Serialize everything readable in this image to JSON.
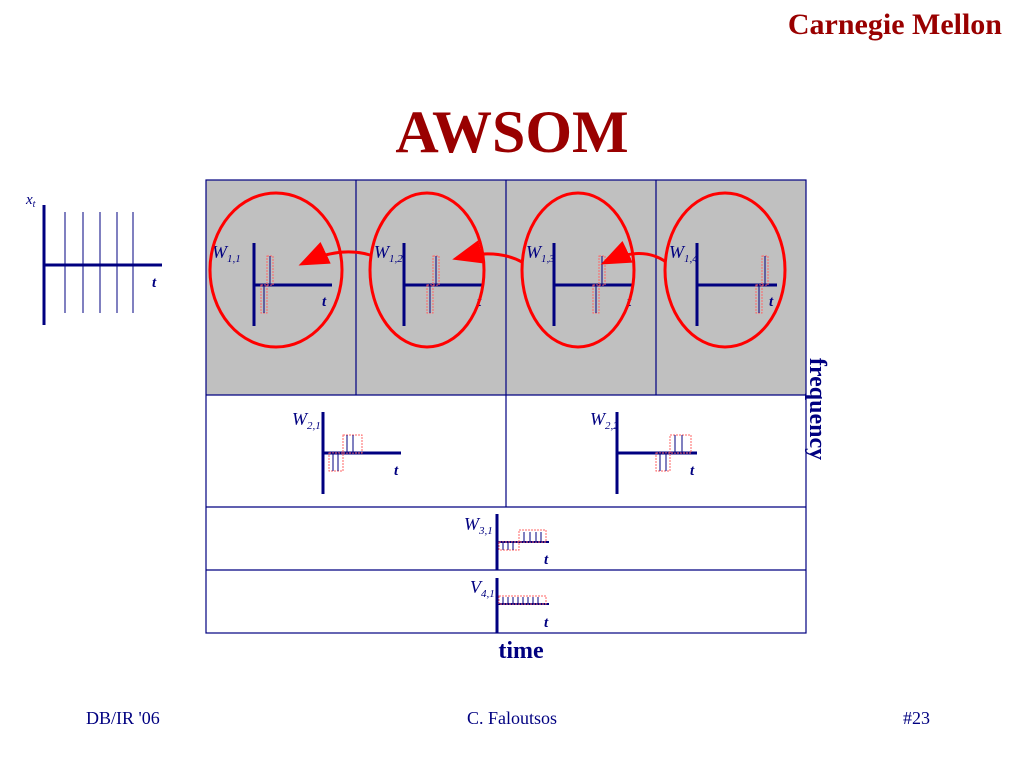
{
  "header": {
    "brand": "Carnegie Mellon",
    "title": "AWSOM"
  },
  "footer": {
    "left": "DB/IR '06",
    "center": "C. Faloutsos",
    "right": "#23"
  },
  "input_signal": {
    "label_main": "x",
    "label_sub": "t",
    "time_label": "t"
  },
  "grid": {
    "level1": [
      {
        "main": "W",
        "sub": "1,1",
        "t": "t"
      },
      {
        "main": "W",
        "sub": "1,2",
        "t": "t"
      },
      {
        "main": "W",
        "sub": "1,3",
        "t": "t"
      },
      {
        "main": "W",
        "sub": "1,4",
        "t": "t"
      }
    ],
    "level2": [
      {
        "main": "W",
        "sub": "2,1",
        "t": "t"
      },
      {
        "main": "W",
        "sub": "2,2",
        "t": "t"
      }
    ],
    "level3": {
      "main": "W",
      "sub": "3,1",
      "t": "t"
    },
    "level4": {
      "main": "V",
      "sub": "4,1",
      "t": "t"
    }
  },
  "axes": {
    "x": "time",
    "y": "frequency"
  },
  "colors": {
    "brand": "#990000",
    "navy": "#000080",
    "cell_fill": "#c0c0c0",
    "circle": "#ff0000"
  }
}
